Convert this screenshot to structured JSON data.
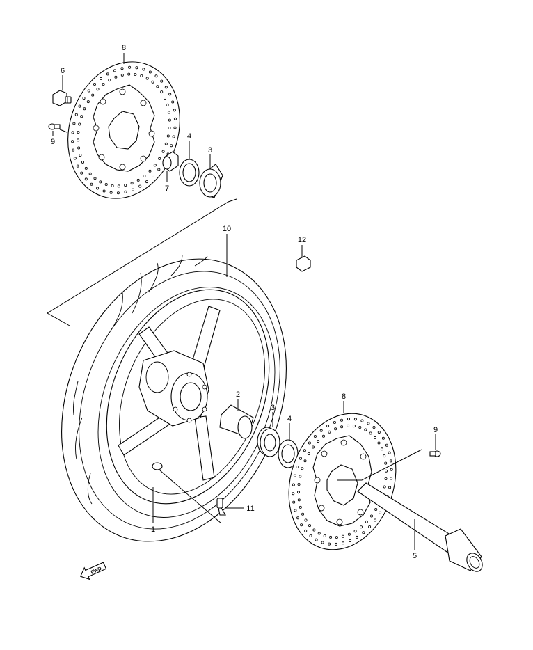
{
  "callouts": {
    "c1": "1",
    "c2": "2",
    "c3_top": "3",
    "c3_bottom": "3",
    "c4_top": "4",
    "c4_bottom": "4",
    "c5": "5",
    "c6": "6",
    "c7": "7",
    "c8_top": "8",
    "c8_bottom": "8",
    "c9_top": "9",
    "c9_bottom": "9",
    "c10": "10",
    "c11": "11",
    "c12": "12"
  },
  "direction_badge": {
    "label": "FWD"
  },
  "colors": {
    "line": "#000000",
    "background": "#ffffff"
  }
}
